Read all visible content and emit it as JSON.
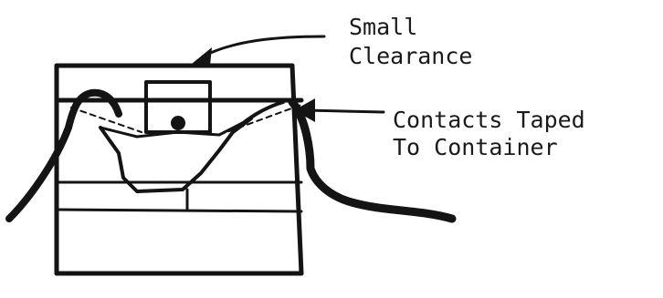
{
  "labels": {
    "top_line1": "Small",
    "top_line2": "Clearance",
    "right_line1": "Contacts Taped",
    "right_line2": "To Container"
  },
  "colors": {
    "ink": "#141414",
    "background": "#ffffff"
  }
}
